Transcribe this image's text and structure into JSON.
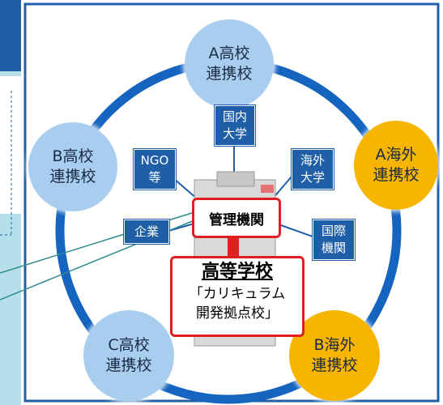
{
  "nodes": {
    "a_school": [
      "A高校",
      "連携校"
    ],
    "b_school": [
      "B高校",
      "連携校"
    ],
    "c_school": [
      "C高校",
      "連携校"
    ],
    "a_overseas": [
      "A海外",
      "連携校"
    ],
    "b_overseas": [
      "B海外",
      "連携校"
    ]
  },
  "boxes": {
    "domestic_univ": [
      "国内",
      "大学"
    ],
    "ngo": [
      "NGO",
      "等"
    ],
    "overseas_univ": [
      "海外",
      "大学"
    ],
    "company": [
      "企業"
    ],
    "international": [
      "国際",
      "機関"
    ]
  },
  "center": {
    "admin": "管理機関",
    "school_title": "高等学校",
    "school_sub_1": "「カリキュラム",
    "school_sub_2": "開発拠点校」"
  },
  "colors": {
    "ring": "#1565c0",
    "domestic_circle": "#a9cdee",
    "overseas_circle": "#f7b500",
    "box_fill": "#1f5fa8",
    "highlight_border": "#e02020",
    "left_panel": "#b5dfe9"
  }
}
